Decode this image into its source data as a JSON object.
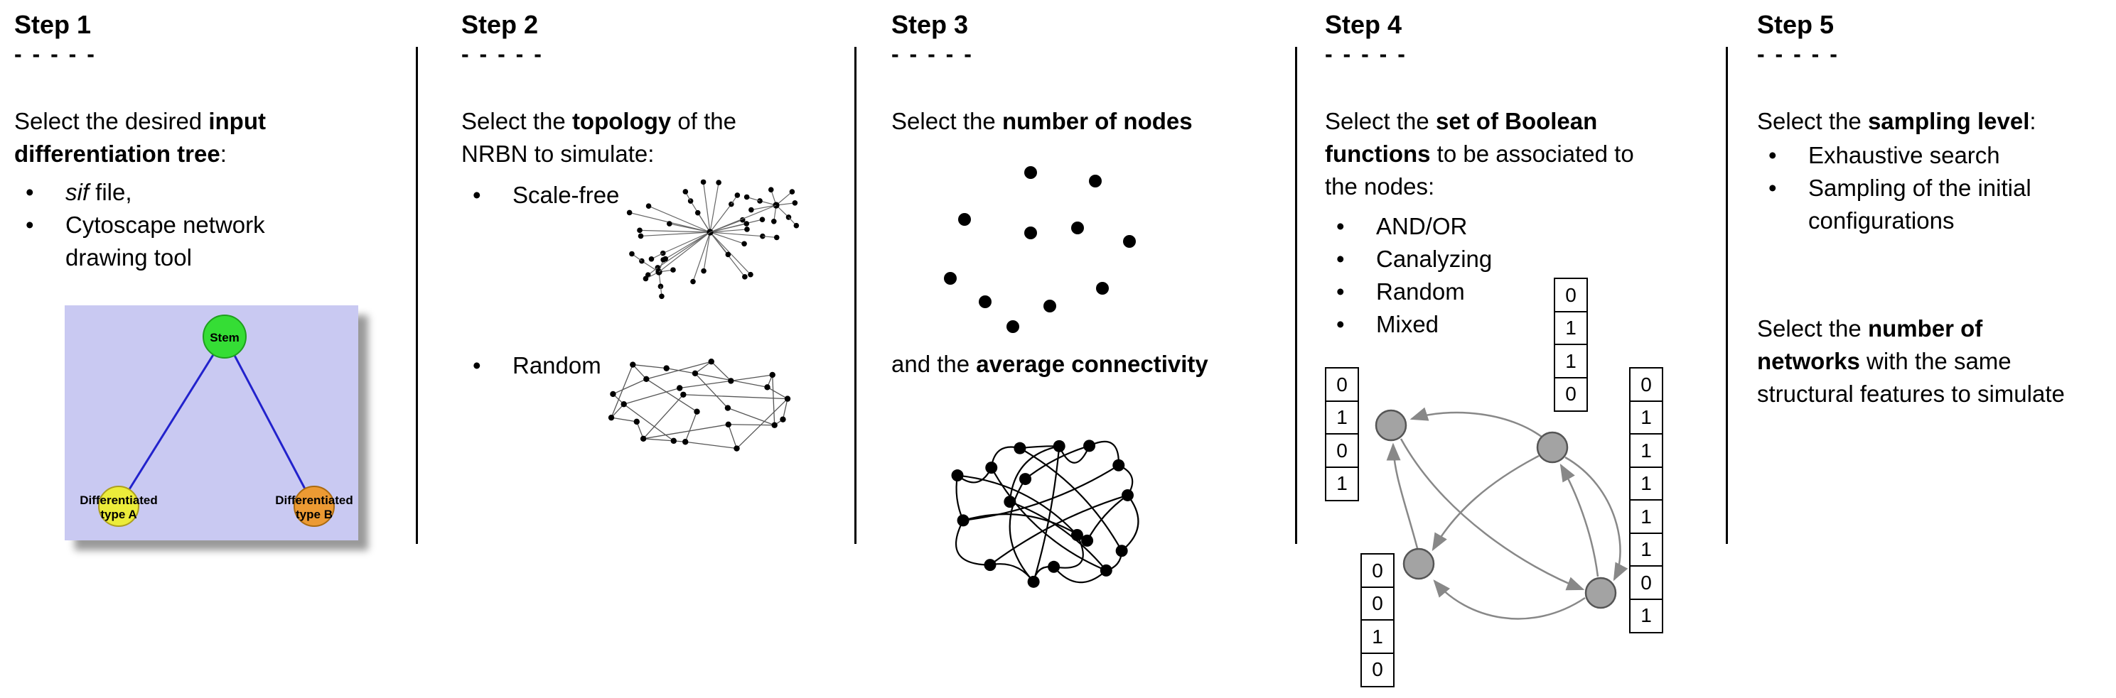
{
  "colors": {
    "tree_bg": "#c9c9f2",
    "tree_edge": "#2222cc",
    "stem_green": "#35dd35",
    "type_a_yellow": "#ecec3a",
    "type_b_orange": "#ec9a33",
    "node_gray": "#a3a3a3",
    "arrow_gray": "#888888"
  },
  "steps": {
    "step1": {
      "title": "Step 1",
      "dashes": "- - - - -",
      "intro": {
        "l1_pre": "Select the desired ",
        "l1_bold": "input",
        "l2_bold": "differentiation tree",
        "l2_post": ":"
      },
      "bullets": {
        "b1_italic": "sif",
        "b1_rest": " file,",
        "b2_l1": "Cytoscape network",
        "b2_l2": "drawing tool"
      },
      "tree": {
        "stem": "Stem",
        "type_a_l1": "Differentiated",
        "type_a_l2": "type A",
        "type_b_l1": "Differentiated",
        "type_b_l2": "type B"
      }
    },
    "step2": {
      "title": "Step 2",
      "dashes": "- - - - -",
      "intro": {
        "l1_pre": "Select the ",
        "l1_bold": "topology",
        "l1_post": " of the",
        "l2": "NRBN to simulate:"
      },
      "bullets": {
        "b1": "Scale-free",
        "b2": "Random"
      }
    },
    "step3": {
      "title": "Step 3",
      "dashes": "- - - - -",
      "intro": {
        "pre": "Select the ",
        "bold": "number of nodes"
      },
      "second": {
        "pre": "and the ",
        "bold": "average connectivity"
      }
    },
    "step4": {
      "title": "Step 4",
      "dashes": "- - - - -",
      "intro": {
        "l1_pre": "Select the ",
        "l1_bold": "set of Boolean",
        "l2_bold": "functions",
        "l2_post": " to be associated to",
        "l3": "the nodes:"
      },
      "bullets": {
        "b1": "AND/OR",
        "b2": "Canalyzing",
        "b3": "Random",
        "b4": "Mixed"
      },
      "truth_tables": {
        "left": [
          "0",
          "1",
          "0",
          "1"
        ],
        "top": [
          "0",
          "1",
          "1",
          "0"
        ],
        "bottom_left": [
          "0",
          "0",
          "1",
          "0"
        ],
        "right": [
          "0",
          "1",
          "1",
          "1",
          "1",
          "1",
          "0",
          "1"
        ]
      }
    },
    "step5": {
      "title": "Step 5",
      "dashes": "- - - - -",
      "p1": {
        "pre": "Select the ",
        "bold": "sampling level",
        "post": ":"
      },
      "bullets": {
        "b1": "Exhaustive search",
        "b2_l1": "Sampling of the initial",
        "b2_l2": "configurations"
      },
      "p2": {
        "l1_pre": "Select the ",
        "l1_bold": "number of",
        "l2_bold": "networks",
        "l2_rest": " with the same",
        "l3": "structural features to simulate"
      }
    }
  }
}
